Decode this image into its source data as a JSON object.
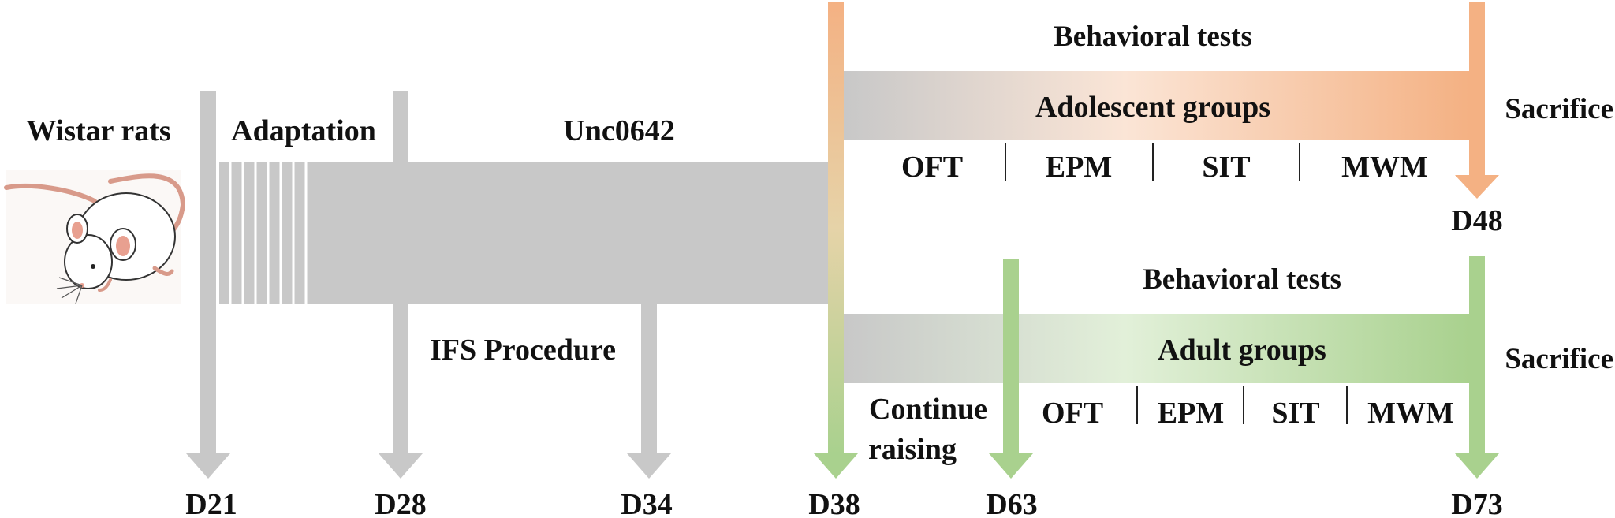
{
  "subject_label": "Wistar rats",
  "phases": {
    "adaptation": "Adaptation",
    "drug": "Unc0642",
    "procedure": "IFS Procedure"
  },
  "adolescent": {
    "header": "Behavioral tests",
    "group_label": "Adolescent groups",
    "tests": [
      "OFT",
      "EPM",
      "SIT",
      "MWM"
    ],
    "end_label": "Sacrifice",
    "end_day": "D48",
    "color": "#f4b183"
  },
  "adult": {
    "header": "Behavioral tests",
    "group_label": "Adult groups",
    "pre_label_line1": "Continue",
    "pre_label_line2": "raising",
    "tests": [
      "OFT",
      "EPM",
      "SIT",
      "MWM"
    ],
    "end_label": "Sacrifice",
    "end_day": "D73",
    "color": "#a9d18e"
  },
  "timeline_days": [
    "D21",
    "D28",
    "D34",
    "D38",
    "D63",
    "D73"
  ],
  "colors": {
    "gray": "#c8c8c8",
    "orange": "#f4b183",
    "green": "#a9d18e",
    "rat_accent": "#e8a090"
  }
}
